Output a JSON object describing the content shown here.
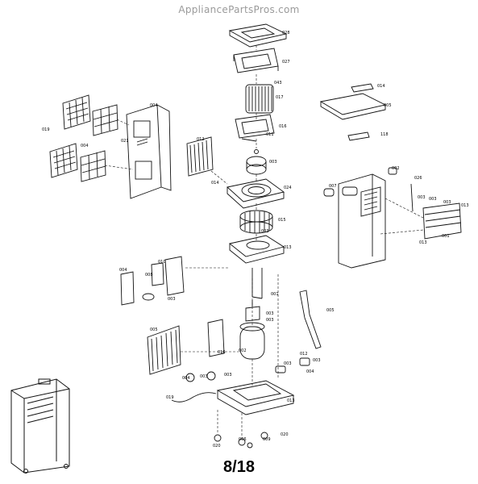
{
  "header": {
    "watermark": "AppliancePartsPros.com"
  },
  "footer": {
    "page_number": "8/18"
  },
  "part_labels": [
    "028",
    "027",
    "043",
    "017",
    "016",
    "011",
    "003",
    "024",
    "015",
    "003",
    "013",
    "001",
    "003",
    "003",
    "005",
    "002",
    "012",
    "004",
    "013",
    "006",
    "009",
    "020",
    "014",
    "005",
    "118",
    "004",
    "019",
    "004",
    "021",
    "012",
    "014",
    "010",
    "008",
    "004",
    "003",
    "007",
    "002",
    "026",
    "003",
    "003",
    "003",
    "013",
    "001",
    "013",
    "005",
    "016",
    "004",
    "003",
    "003",
    "003",
    "003",
    "019",
    "020"
  ]
}
